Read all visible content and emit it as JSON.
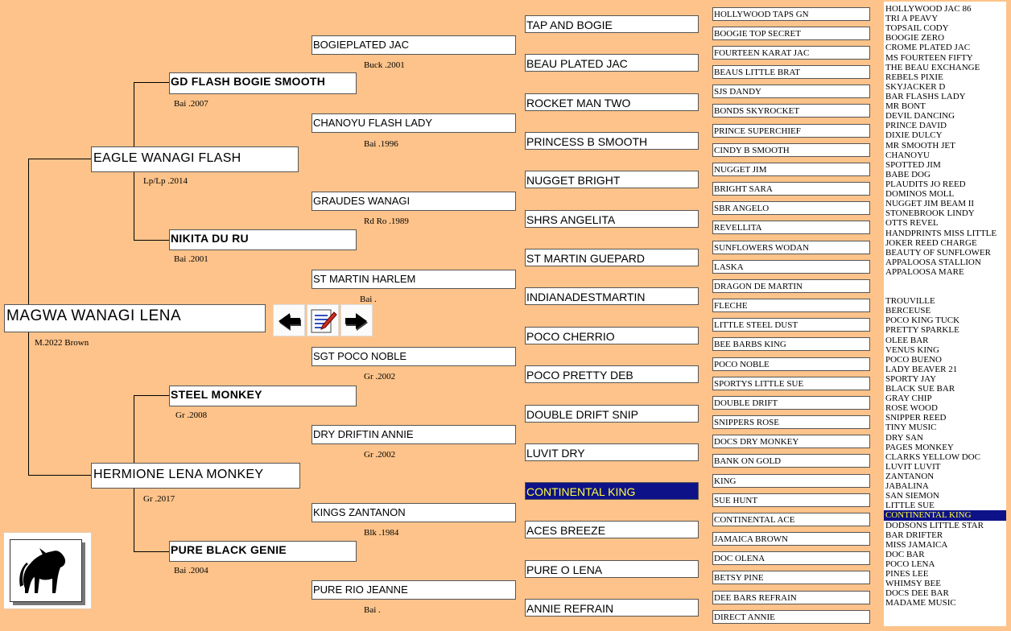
{
  "subject": {
    "name": "MAGWA WANAGI LENA",
    "info": "M.2022 Brown"
  },
  "gen1": [
    {
      "name": "EAGLE WANAGI FLASH",
      "info": "Lp/Lp .2014"
    },
    {
      "name": "HERMIONE LENA MONKEY",
      "info": "Gr   .2017"
    }
  ],
  "gen2": [
    {
      "name": "GD FLASH BOGIE SMOOTH",
      "info": "Bai  .2007"
    },
    {
      "name": "NIKITA DU RU",
      "info": "Bai  .2001"
    },
    {
      "name": "STEEL MONKEY",
      "info": "Gr  .2008"
    },
    {
      "name": "PURE BLACK GENIE",
      "info": "Bai  .2004"
    }
  ],
  "gen3": [
    {
      "name": "BOGIEPLATED JAC",
      "info": "Buck  .2001"
    },
    {
      "name": "CHANOYU FLASH LADY",
      "info": "Bai  .1996"
    },
    {
      "name": "GRAUDES WANAGI",
      "info": "Rd Ro .1989"
    },
    {
      "name": "ST MARTIN HARLEM",
      "info": "Bai  ."
    },
    {
      "name": "SGT POCO NOBLE",
      "info": "Gr   .2002"
    },
    {
      "name": "DRY DRIFTIN ANNIE",
      "info": "Gr   .2002"
    },
    {
      "name": "KINGS ZANTANON",
      "info": "Blk  .1984"
    },
    {
      "name": "PURE RIO JEANNE",
      "info": "Bai  ."
    }
  ],
  "gen4": [
    "TAP AND BOGIE",
    "BEAU PLATED JAC",
    "ROCKET MAN TWO",
    "PRINCESS B SMOOTH",
    "NUGGET BRIGHT",
    "SHRS ANGELITA",
    "ST MARTIN GUEPARD",
    "INDIANADESTMARTIN",
    "POCO CHERRIO",
    "POCO PRETTY DEB",
    "DOUBLE DRIFT SNIP",
    "LUVIT DRY",
    "CONTINENTAL KING",
    "ACES BREEZE",
    "PURE O LENA",
    "ANNIE REFRAIN"
  ],
  "gen5": [
    "HOLLYWOOD TAPS GN",
    "BOOGIE TOP SECRET",
    "FOURTEEN KARAT JAC",
    "BEAUS LITTLE BRAT",
    "SJS DANDY",
    "BONDS SKYROCKET",
    "PRINCE SUPERCHIEF",
    "CINDY B SMOOTH",
    "NUGGET JIM",
    "BRIGHT SARA",
    "SBR ANGELO",
    "REVELLITA",
    "SUNFLOWERS WODAN",
    "LASKA",
    "DRAGON DE MARTIN",
    "FLECHE",
    "LITTLE STEEL DUST",
    "BEE BARBS KING",
    "POCO NOBLE",
    "SPORTYS LITTLE SUE",
    "DOUBLE DRIFT",
    "SNIPPERS ROSE",
    "DOCS DRY MONKEY",
    "BANK ON GOLD",
    "KING",
    "SUE HUNT",
    "CONTINENTAL ACE",
    "JAMAICA BROWN",
    "DOC OLENA",
    "BETSY PINE",
    "DEE BARS REFRAIN",
    "DIRECT ANNIE"
  ],
  "gen6_top": [
    "HOLLYWOOD JAC 86",
    "TRI A PEAVY",
    "TOPSAIL CODY",
    "BOOGIE ZERO",
    "CROME PLATED JAC",
    "MS FOURTEEN FIFTY",
    "THE BEAU EXCHANGE",
    "REBELS PIXIE",
    "SKYJACKER D",
    "BAR FLASHS LADY",
    "MR BONT",
    "DEVIL DANCING",
    "PRINCE DAVID",
    "DIXIE DULCY",
    "MR SMOOTH JET",
    "CHANOYU",
    "SPOTTED JIM",
    "BABE DOG",
    "PLAUDITS JO REED",
    "DOMINOS MOLL",
    "NUGGET JIM BEAM II",
    "STONEBROOK LINDY",
    "OTTS REVEL",
    "HANDPRINTS MISS LITTLE",
    "JOKER REED CHARGE",
    "BEAUTY OF SUNFLOWER",
    "APPALOOSA STALLION",
    "APPALOOSA MARE"
  ],
  "gen6_bottom": [
    "TROUVILLE",
    "BERCEUSE",
    "POCO KING TUCK",
    "PRETTY SPARKLE",
    "OLEE BAR",
    "VENUS KING",
    "POCO BUENO",
    "LADY BEAVER 21",
    "SPORTY JAY",
    "BLACK SUE BAR",
    "GRAY CHIP",
    "ROSE WOOD",
    "SNIPPER REED",
    "TINY MUSIC",
    "DRY SAN",
    "PAGES MONKEY",
    "CLARKS YELLOW DOC",
    "LUVIT LUVIT",
    "ZANTANON",
    "JABALINA",
    "SAN SIEMON",
    "LITTLE SUE",
    "CONTINENTAL KING",
    "DODSONS LITTLE STAR",
    "BAR DRIFTER",
    "MISS JAMAICA",
    "DOC BAR",
    "POCO LENA",
    "PINES LEE",
    "WHIMSY BEE",
    "DOCS DEE BAR",
    "MADAME MUSIC"
  ],
  "selected": "CONTINENTAL KING",
  "icons": {
    "prev": "left-arrow-icon",
    "edit": "edit-pedigree-icon",
    "next": "right-arrow-icon",
    "logo": "horse-icon"
  },
  "colors": {
    "background": "#fdc38a",
    "selection": "#0e1288",
    "selection_text": "#ffff3c"
  }
}
